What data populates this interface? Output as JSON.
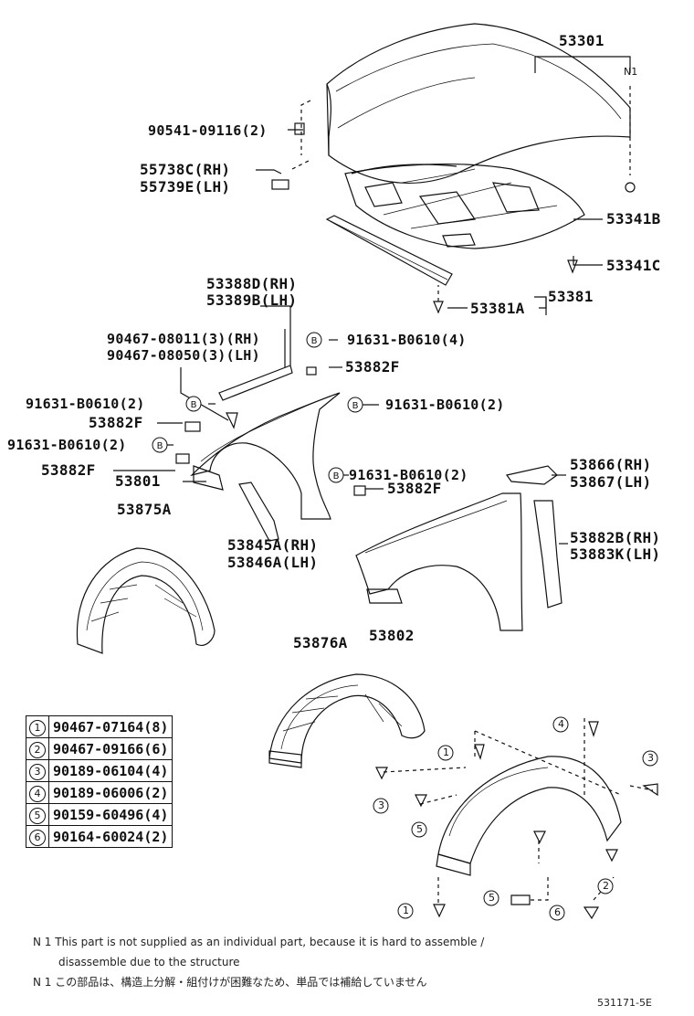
{
  "labels": {
    "p53301": "53301",
    "n1_tag": "N1",
    "p90541": "90541-09116(2)",
    "p55738": "55738C(RH)",
    "p55739": "55739E(LH)",
    "p53341b": "53341B",
    "p53341c": "53341C",
    "p53381a": "53381A",
    "p53381": "53381",
    "p53388": "53388D(RH)",
    "p53389": "53389B(LH)",
    "p90467_a": "90467-08011(3)(RH)",
    "p90467_b": "90467-08050(3)(LH)",
    "p91631_top": "91631-B0610(4)",
    "p53882f_top": "53882F",
    "p91631_left1": "91631-B0610(2)",
    "p91631_mid": "91631-B0610(2)",
    "p53882f_left1": "53882F",
    "p91631_left2": "91631-B0610(2)",
    "p53882f_left2": "53882F",
    "p53801": "53801",
    "p91631_right": "91631-B0610(2)",
    "p53866": "53866(RH)",
    "p53867": "53867(LH)",
    "p53882f_right": "53882F",
    "p53875a": "53875A",
    "p53845a": "53845A(RH)",
    "p53846a": "53846A(LH)",
    "p53882b": "53882B(RH)",
    "p53883k": "53883K(LH)",
    "p53802": "53802",
    "p53876a": "53876A"
  },
  "badges": {
    "b_mark": "B"
  },
  "legend": [
    {
      "num": "1",
      "part": "90467-07164(8)"
    },
    {
      "num": "2",
      "part": "90467-09166(6)"
    },
    {
      "num": "3",
      "part": "90189-06104(4)"
    },
    {
      "num": "4",
      "part": "90189-06006(2)"
    },
    {
      "num": "5",
      "part": "90159-60496(4)"
    },
    {
      "num": "6",
      "part": "90164-60024(2)"
    }
  ],
  "callouts": {
    "c1": "1",
    "c2": "2",
    "c3": "3",
    "c4": "4",
    "c5": "5",
    "c6": "6"
  },
  "notes": {
    "en_line1": "N 1  This part is not supplied as an individual part, because it is hard to assemble  /",
    "en_line2": "disassemble due to the structure",
    "jp_line": "N 1 この部品は、構造上分解・組付けが困難なため、単品では補給していません"
  },
  "figure_code": "531171-5E"
}
